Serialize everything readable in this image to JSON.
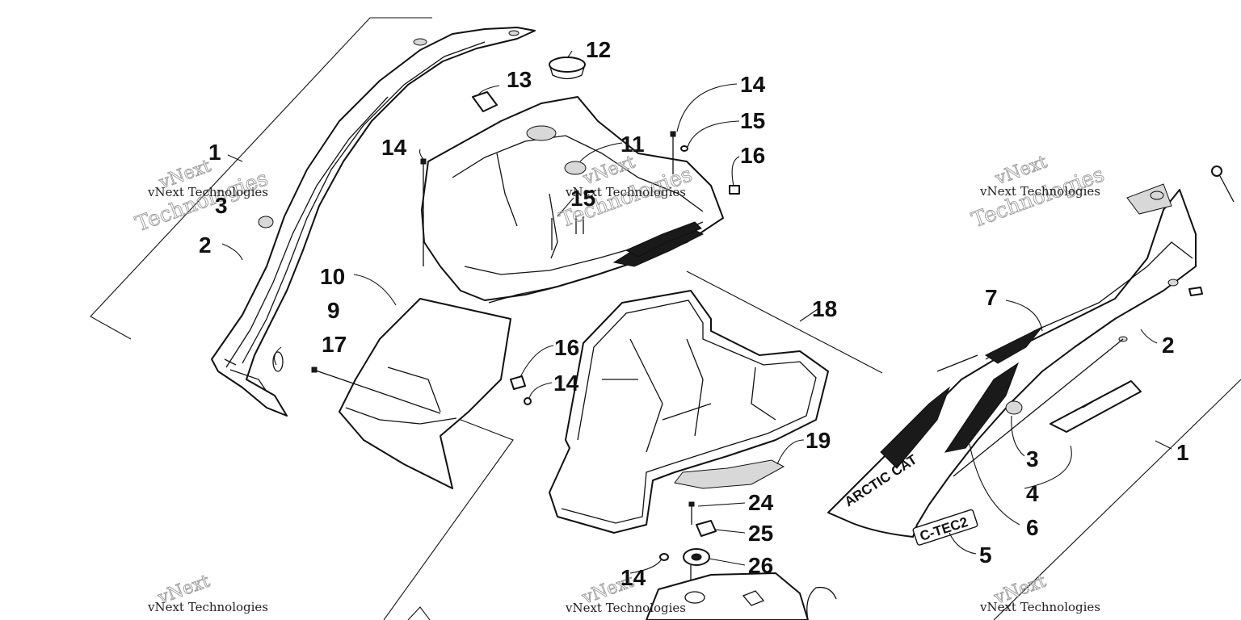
{
  "watermark": {
    "brand_line": "vNext Technologies",
    "big_line_1": "vNext",
    "big_line_2": "Technologies"
  },
  "decals": {
    "brand": "ARCTIC CAT",
    "model": "C-TEC2"
  },
  "callouts": {
    "c1_left": "1",
    "c1_right": "1",
    "c2_left": "2",
    "c2_right": "2",
    "c3": "3",
    "c3_left": "3",
    "c4": "4",
    "c5": "5",
    "c6": "6",
    "c7": "7",
    "c9": "9",
    "c10": "10",
    "c11": "11",
    "c12": "12",
    "c13": "13",
    "c14_a": "14",
    "c14_b": "14",
    "c14_c": "14",
    "c14_d": "14",
    "c15_a": "15",
    "c15_b": "15",
    "c16_a": "16",
    "c16_b": "16",
    "c17": "17",
    "c18": "18",
    "c19": "19",
    "c24": "24",
    "c25": "25",
    "c26": "26"
  }
}
